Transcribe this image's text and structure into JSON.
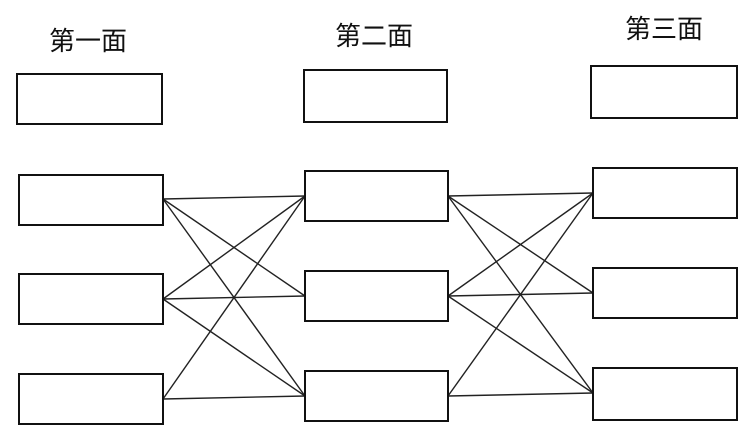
{
  "columns": [
    {
      "title": "第一面"
    },
    {
      "title": "第二面"
    },
    {
      "title": "第三面"
    }
  ],
  "colors": {
    "stroke": "#111111",
    "background": "#ffffff"
  }
}
